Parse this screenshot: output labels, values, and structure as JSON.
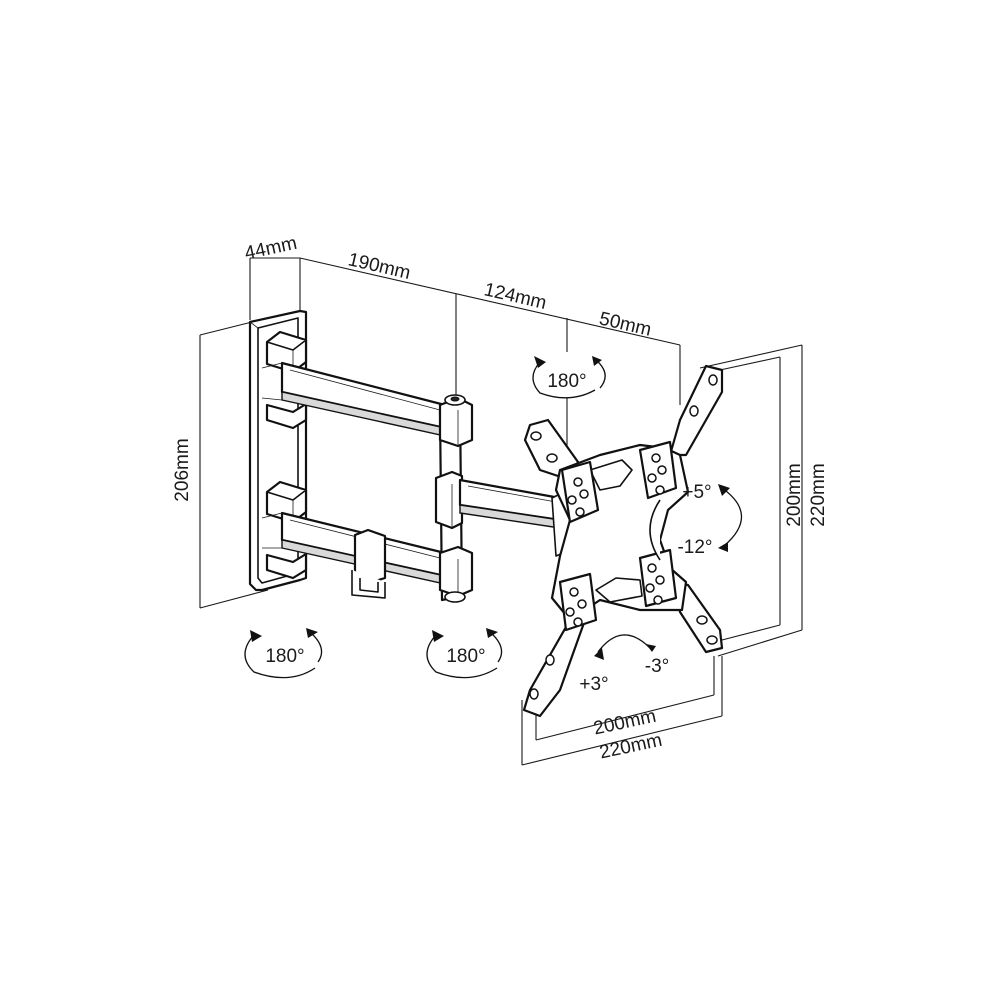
{
  "dimensions": {
    "depth_wall": "44mm",
    "arm_1": "190mm",
    "arm_2": "124mm",
    "arm_3": "50mm",
    "wall_plate_height": "206mm",
    "vesa_height_inner": "200mm",
    "vesa_height_outer": "220mm",
    "vesa_width_inner": "200mm",
    "vesa_width_outer": "220mm"
  },
  "rotations": {
    "swivel_top": "180°",
    "swivel_wall": "180°",
    "swivel_elbow": "180°"
  },
  "tilt": {
    "up": "+5°",
    "down": "-12°"
  },
  "rotate": {
    "plus": "+3°",
    "minus": "-3°"
  },
  "icons": [
    "rotation-arrow-icon",
    "curved-arrow-icon"
  ]
}
